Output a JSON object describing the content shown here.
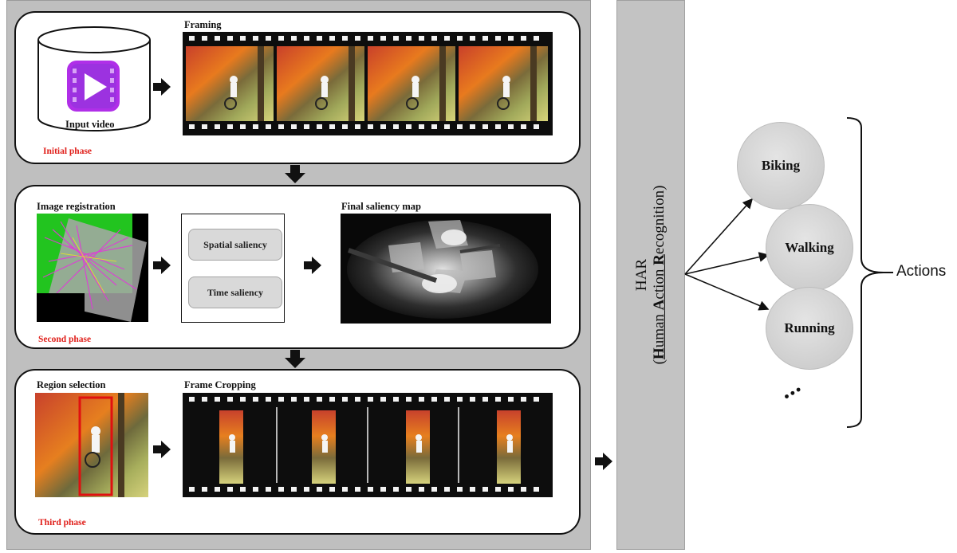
{
  "initial_phase": {
    "input_label": "Input video",
    "framing_label": "Framing",
    "phase_label": "Initial phase"
  },
  "second_phase": {
    "registration_label": "Image registration",
    "spatial_label": "Spatial saliency",
    "time_label": "Time saliency",
    "saliency_map_label": "Final saliency map",
    "phase_label": "Second phase"
  },
  "third_phase": {
    "region_label": "Region selection",
    "cropping_label": "Frame Cropping",
    "phase_label": "Third phase"
  },
  "har": {
    "abbr": "HAR",
    "full_prefix": "(",
    "h": "H",
    "uman": "uman ",
    "a": "A",
    "ction": "ction ",
    "r": "R",
    "ecognition": "ecognition)"
  },
  "actions": {
    "items": [
      "Biking",
      "Walking",
      "Running"
    ],
    "more": "...",
    "label": "Actions"
  },
  "colors": {
    "phase_label": "#e0201b",
    "video_icon": "#b02fe8",
    "region_box": "#e01010"
  }
}
